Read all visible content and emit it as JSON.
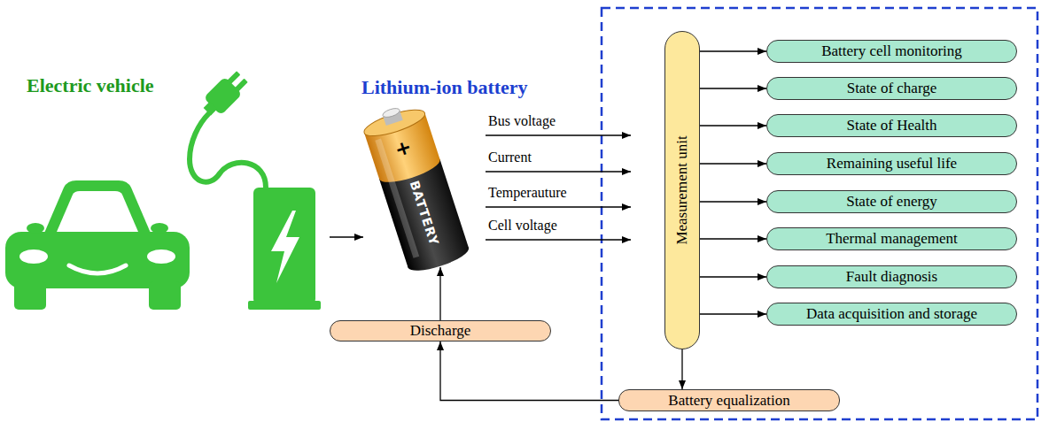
{
  "diagram": {
    "nodes": [
      {
        "text": [
          "Measurement unit"
        ]
      },
      {
        "text": [
          "Battery cell monitoring"
        ]
      },
      {
        "text": [
          "State of charge"
        ]
      },
      {
        "text": [
          "State of Health"
        ]
      },
      {
        "text": [
          "Remaining useful life"
        ]
      },
      {
        "text": [
          "State of energy"
        ]
      },
      {
        "text": [
          "Thermal management"
        ]
      },
      {
        "text": [
          "Fault diagnosis"
        ]
      },
      {
        "text": [
          "Data acquisition and storage"
        ]
      },
      {
        "text": [
          "Discharge"
        ]
      },
      {
        "text": [
          "Battery equalization"
        ]
      }
    ],
    "edges": [
      {
        "from": 0,
        "to": 1,
        "arrow": "to"
      },
      {
        "from": 0,
        "to": 2,
        "arrow": "to"
      },
      {
        "from": 0,
        "to": 3,
        "arrow": "to"
      },
      {
        "from": 0,
        "to": 4,
        "arrow": "to"
      },
      {
        "from": 0,
        "to": 5,
        "arrow": "to"
      },
      {
        "from": 0,
        "to": 6,
        "arrow": "to"
      },
      {
        "from": 0,
        "to": 7,
        "arrow": "to"
      },
      {
        "from": 0,
        "to": 8,
        "arrow": "to"
      },
      {
        "from": 0,
        "to": 10,
        "arrow": "to"
      },
      {
        "from": 10,
        "to": 9,
        "arrow": "to"
      }
    ],
    "labels": [
      "Electric vehicle",
      "Lithium-ion battery",
      "+",
      "BATTERY",
      "Bus voltage",
      "Current",
      "Temperauture",
      "Cell voltage"
    ]
  }
}
